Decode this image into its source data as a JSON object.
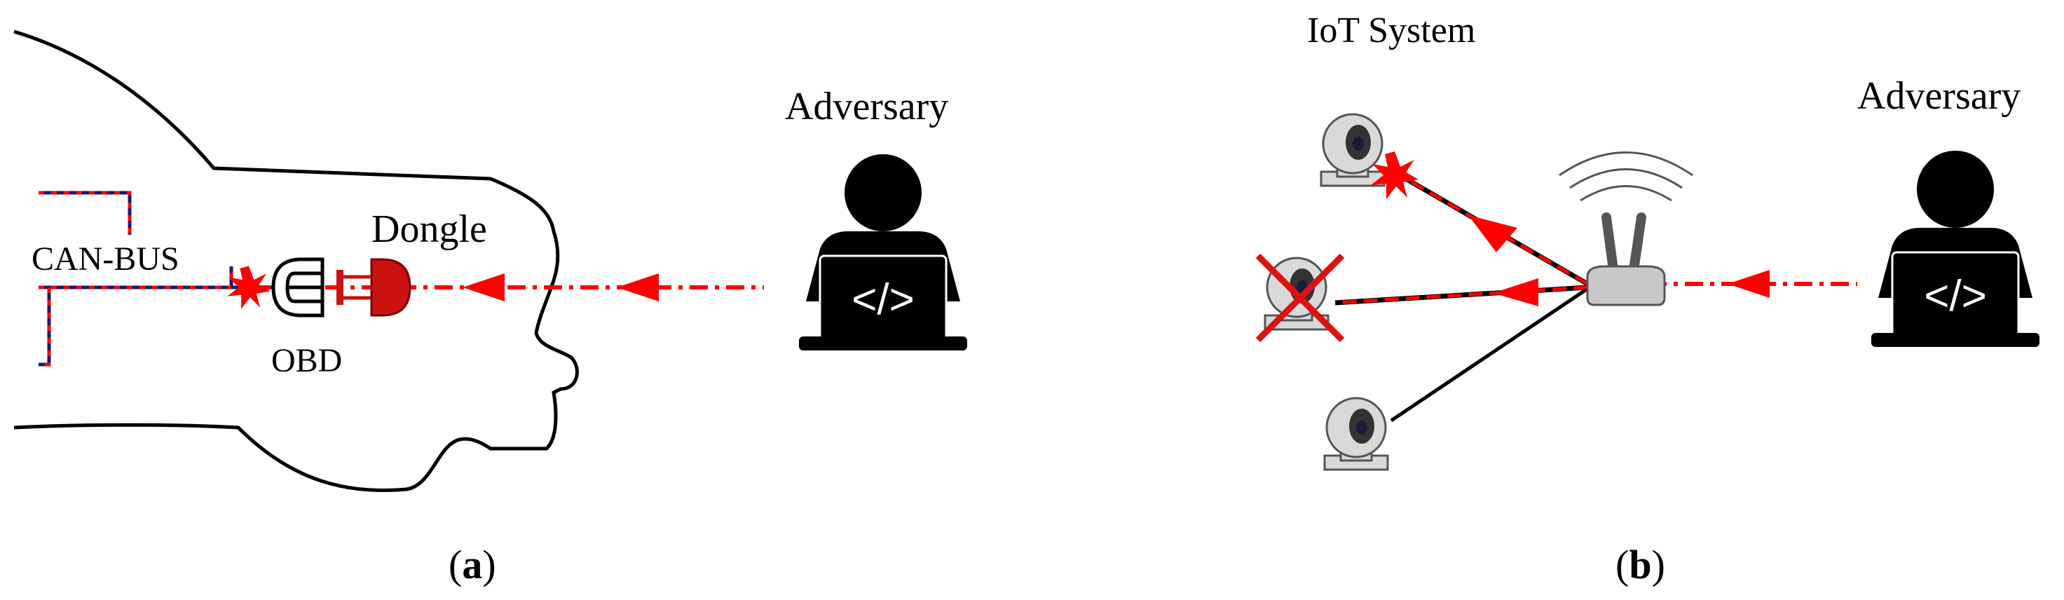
{
  "panel_a": {
    "labels": {
      "can_bus": "CAN-BUS",
      "obd": "OBD",
      "dongle": "Dongle",
      "adversary": "Adversary"
    },
    "caption_letter": "a",
    "adversary_screen_icon": "code-brackets-icon"
  },
  "panel_b": {
    "labels": {
      "system": "IoT System",
      "adversary": "Adversary"
    },
    "caption_letter": "b",
    "adversary_screen_icon": "code-brackets-icon",
    "cameras": [
      {
        "name": "camera-top",
        "state": "attacked"
      },
      {
        "name": "camera-middle",
        "state": "disabled"
      },
      {
        "name": "camera-bottom",
        "state": "normal"
      }
    ]
  },
  "colors": {
    "attack_line": "#ff0000",
    "can_bus_line": "#1a1a6e",
    "dongle": "#cc1111",
    "router": "#c8c8c8",
    "camera_body": "#d9d9d9",
    "camera_lens": "#444444"
  }
}
